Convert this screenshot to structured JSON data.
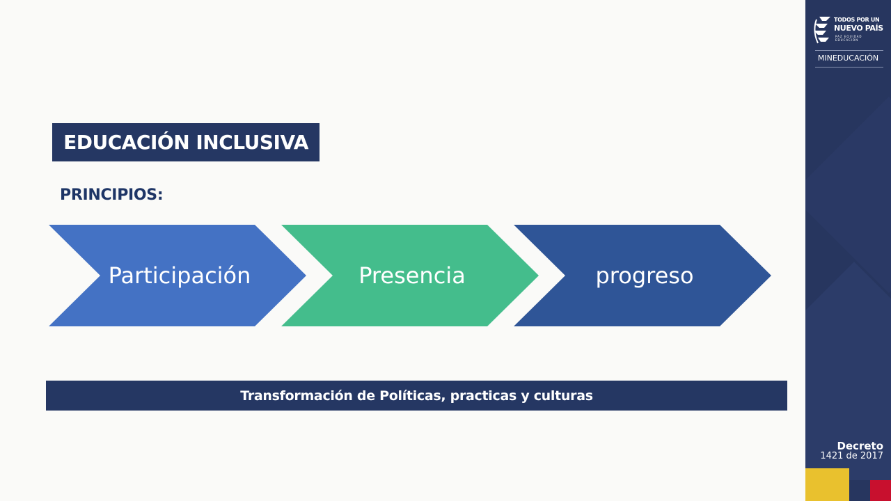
{
  "slide": {
    "title": "EDUCACIÓN INCLUSIVA",
    "subtitle": "PRINCIPIOS:",
    "principles": [
      "Participación",
      "Presencia",
      "progreso"
    ],
    "banner": "Transformación de Políticas, practicas  y culturas"
  },
  "sidebar": {
    "logo_line1": "TODOS POR UN",
    "logo_line2": "NUEVO PAÍS",
    "logo_line3": "PAZ  EQUIDAD  EDUCACIÓN",
    "ministry": "MINEDUCACIÓN",
    "decreto_label": "Decreto",
    "decreto_date": "1421 de 2017"
  },
  "colors": {
    "navy": "#253763",
    "chevron_blue": "#4472c4",
    "chevron_green": "#44bd8c",
    "chevron_darkblue": "#2f5597",
    "flag_yellow": "#e9c12e",
    "flag_red": "#c8102e"
  }
}
